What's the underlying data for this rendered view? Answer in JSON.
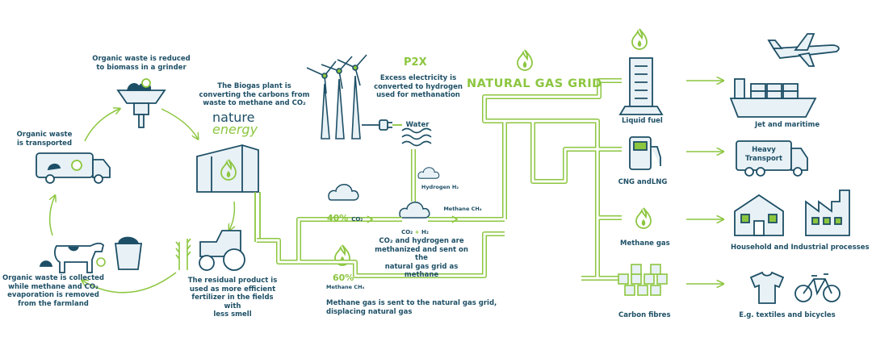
{
  "colors": {
    "navy": "#1d4f66",
    "green": "#8cc63f",
    "light_blue": "#e8f1f5"
  },
  "brand": {
    "line1": "nature",
    "line2": "energy"
  },
  "cycle": {
    "grinder": "Organic waste is reduced\nto biomass in a grinder",
    "biogas_plant": "The Biogas plant is\nconverting the carbons from\nwaste to methane and CO₂",
    "transport": "Organic waste\nis transported",
    "collected": "Organic waste is collected\nwhile methane and CO₂\nevaporation is removed\nfrom the farmland",
    "residual": "The residual product is\nused as more efficient\nfertilizer in the fields with\nless smell"
  },
  "p2x": {
    "title": "P2X",
    "desc": "Excess electricity is\nconverted to hydrogen\nused for methanation",
    "water": "Water",
    "hydrogen": "Hydrogen H₂",
    "methane": "Methane CH₄",
    "formula_co2": "CO₂",
    "formula_plus": "+",
    "formula_h2": "H₂",
    "methanized": "CO₂ and hydrogen are\nmethanized and sent on the\nnatural gas grid as methane"
  },
  "split": {
    "co2_pct": "40%",
    "co2_unit": "CO₂",
    "ch4_pct": "60%",
    "ch4_unit": "Methane CH₄",
    "grid_note": "Methane gas is sent to the natural gas grid,\ndisplacing natural gas"
  },
  "grid": {
    "title": "NATURAL GAS GRID"
  },
  "products": {
    "liquid_fuel": "Liquid fuel",
    "cng": "CNG andLNG",
    "methane_gas": "Methane gas",
    "carbon_fibres": "Carbon fibres"
  },
  "uses": {
    "jet": "Jet and maritime",
    "heavy_line1": "Heavy",
    "heavy_line2": "Transport",
    "household": "Household and Industrial processes",
    "textiles": "E.g. textiles and bicycles"
  }
}
